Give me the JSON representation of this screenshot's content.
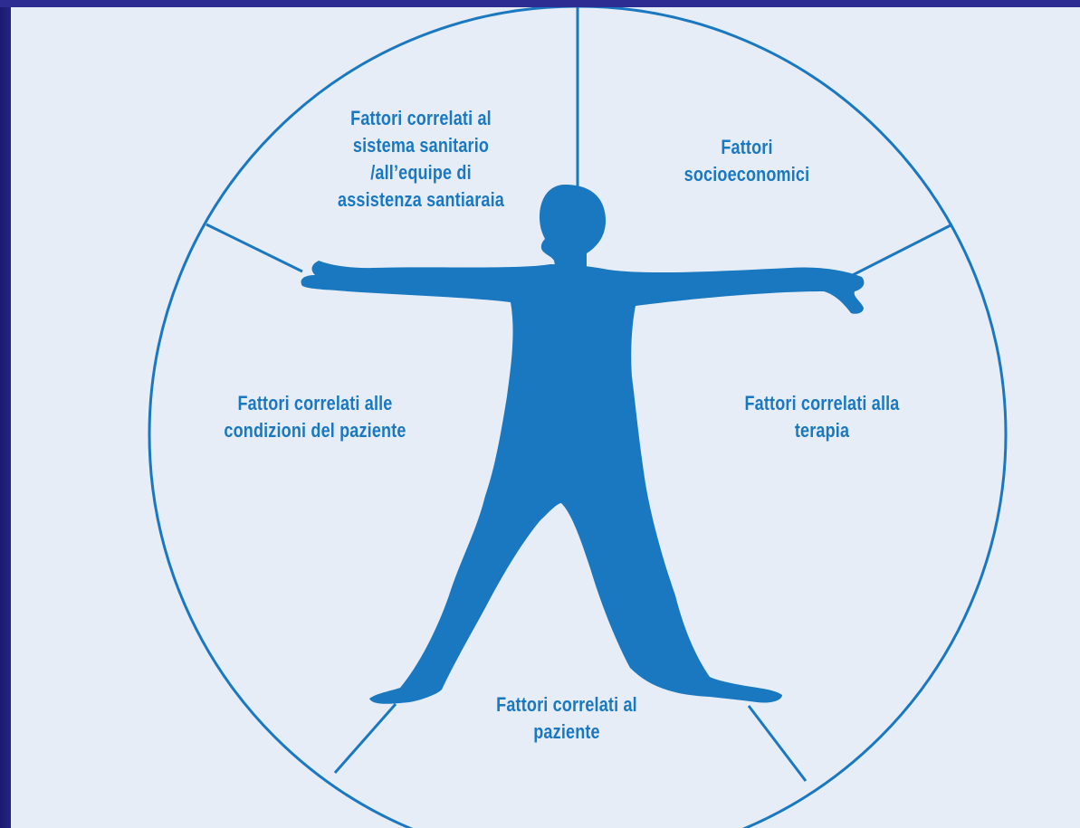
{
  "colors": {
    "background_frame": "#2c2c92",
    "panel": "#e6edf6",
    "accent": "#1a78c0"
  },
  "segments": [
    {
      "id": "health-system",
      "text": "Fattori correlati al\nsistema sanitario\n/all’equipe di\nassistenza santiaraia"
    },
    {
      "id": "socioeconomic",
      "text": "Fattori\nsocioeconomici"
    },
    {
      "id": "patient-conditions",
      "text": "Fattori correlati alle\ncondizioni del paziente"
    },
    {
      "id": "therapy",
      "text": "Fattori correlati alla\nterapia"
    },
    {
      "id": "patient",
      "text": "Fattori correlati al\npaziente"
    }
  ],
  "figure": {
    "icon": "human-figure-icon"
  }
}
